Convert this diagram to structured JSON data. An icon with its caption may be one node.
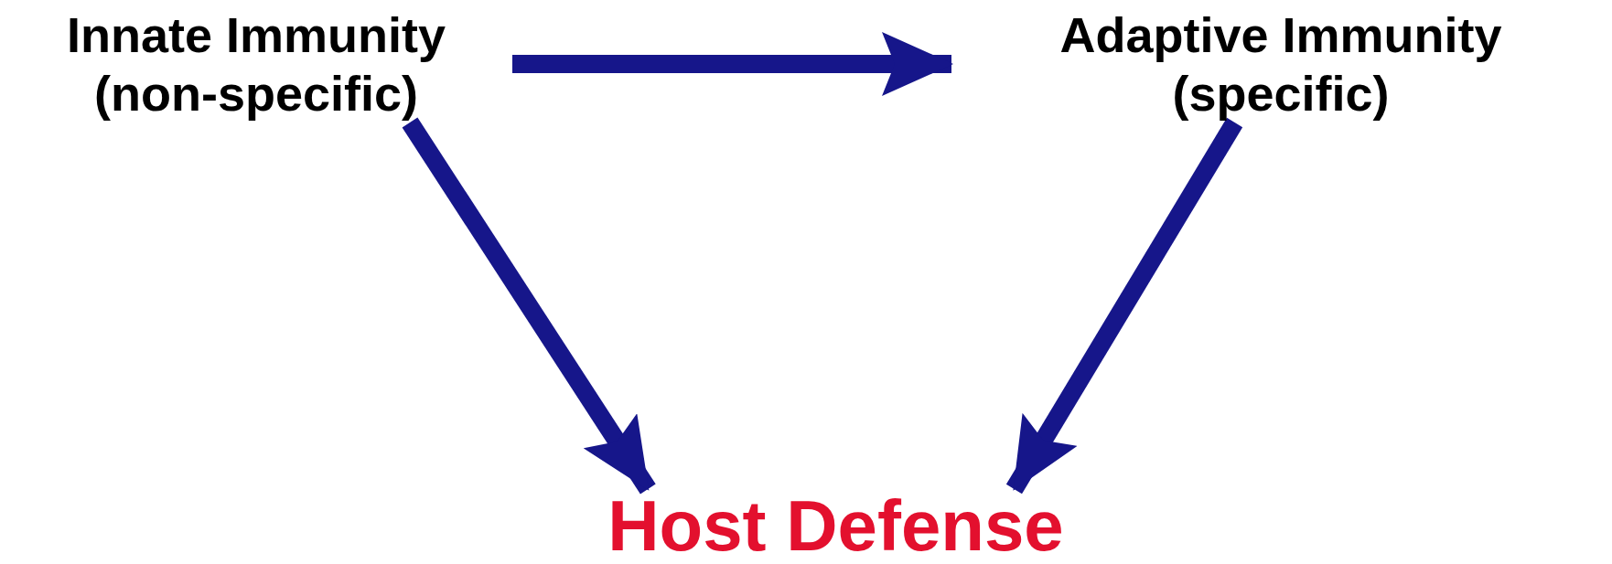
{
  "diagram": {
    "nodes": [
      {
        "text": [
          "Innate Immunity (non-specific)"
        ]
      },
      {
        "text": [
          "Adaptive Immunity (specific)"
        ]
      },
      {
        "text": [
          "Host Defense"
        ]
      }
    ],
    "edges": [
      {
        "from": 0,
        "to": 1,
        "arrow": "to"
      },
      {
        "from": 0,
        "to": 2,
        "arrow": "to"
      },
      {
        "from": 1,
        "to": 2,
        "arrow": "to"
      }
    ]
  }
}
